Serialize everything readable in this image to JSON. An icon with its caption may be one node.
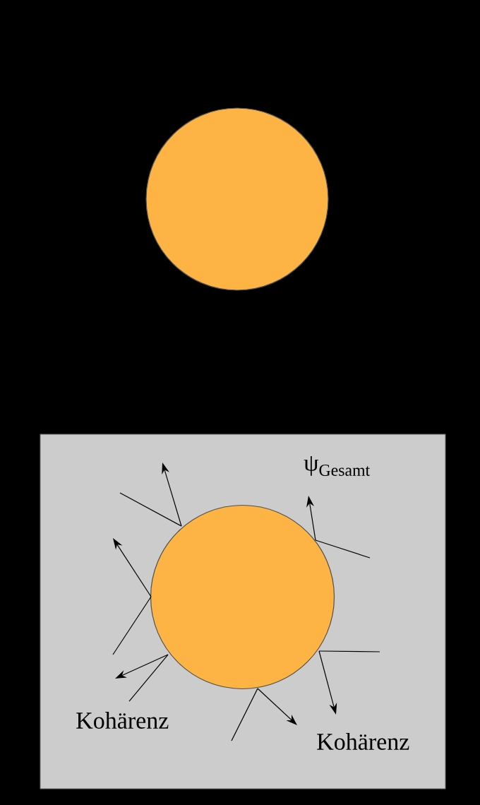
{
  "diagram": {
    "nodes": [
      {
        "text": [],
        "shape": "circle"
      },
      {
        "text": [
          "ψ$_{Gesamt}$"
        ]
      },
      {
        "text": [],
        "shape": "circle",
        "in": 1
      }
    ],
    "labels": [
      "Kohärenz",
      "Kohärenz"
    ]
  }
}
